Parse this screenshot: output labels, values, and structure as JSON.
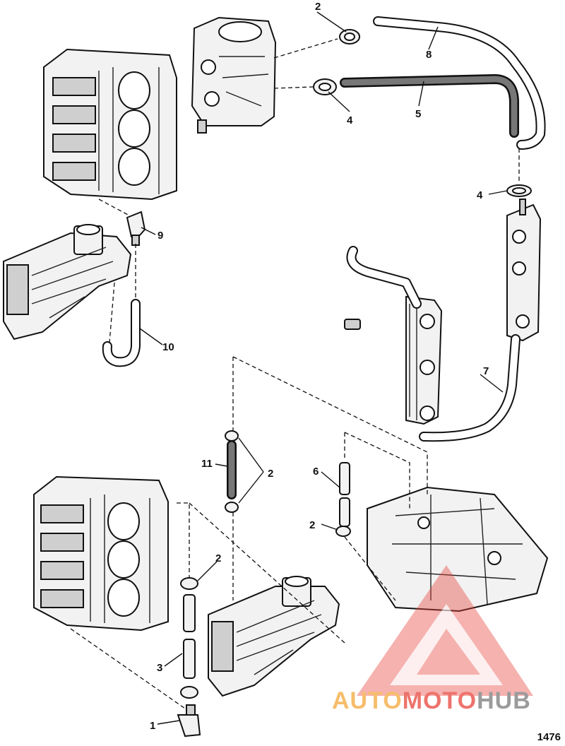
{
  "callouts": [
    {
      "key": "c1",
      "text": "1"
    },
    {
      "key": "c2",
      "text": "2"
    },
    {
      "key": "c3",
      "text": "3"
    },
    {
      "key": "c4",
      "text": "4"
    },
    {
      "key": "c5",
      "text": "5"
    },
    {
      "key": "c6",
      "text": "6"
    },
    {
      "key": "c7",
      "text": "7"
    },
    {
      "key": "c8",
      "text": "8"
    },
    {
      "key": "c9",
      "text": "9"
    },
    {
      "key": "c10",
      "text": "10"
    },
    {
      "key": "c11",
      "text": "11"
    }
  ],
  "figure_number": "1476",
  "watermark": {
    "brand_part1": "AUTO",
    "brand_part2": "MOTO",
    "brand_part3": "HUB",
    "color_orange": "#f4a83a",
    "color_red": "#e8453c",
    "color_gray": "#7a7a7a"
  }
}
